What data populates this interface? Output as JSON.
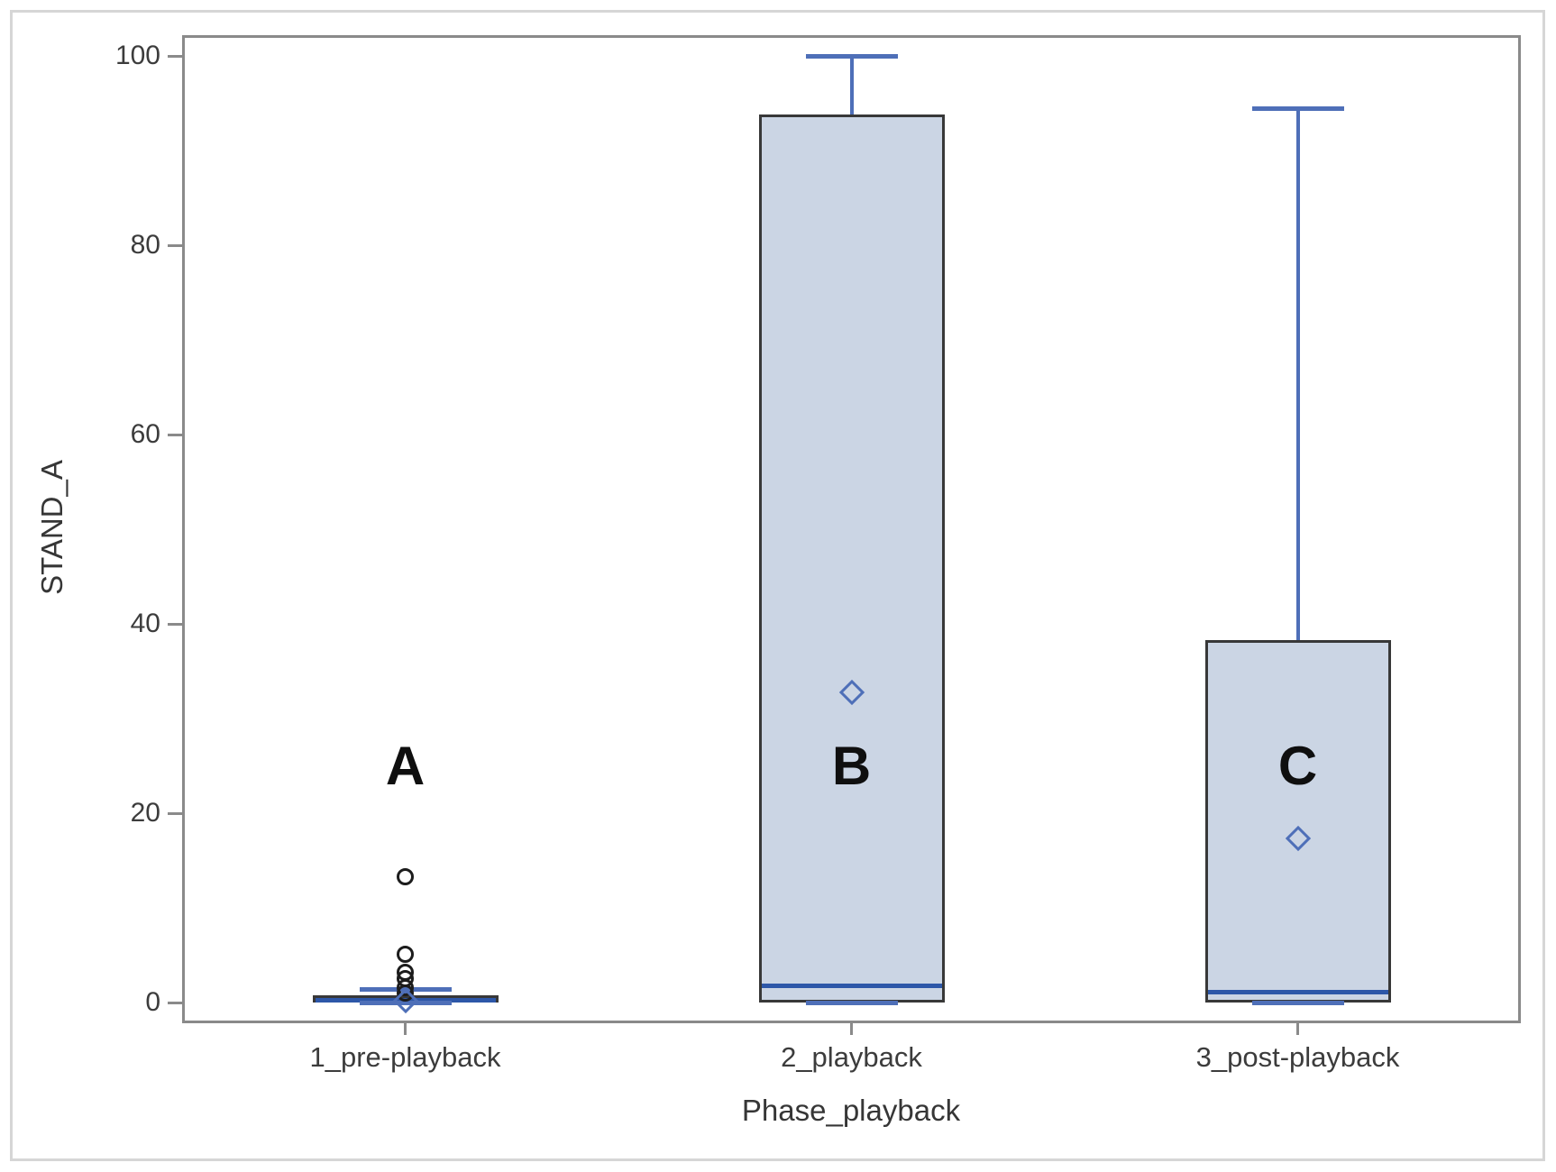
{
  "chart_data": {
    "type": "boxplot",
    "title": "",
    "xlabel": "Phase_playback",
    "ylabel": "STAND_A",
    "ylim": [
      0,
      100
    ],
    "y_ticks": [
      0,
      20,
      40,
      60,
      80,
      100
    ],
    "categories": [
      "1_pre-playback",
      "2_playback",
      "3_post-playback"
    ],
    "legend": "none",
    "grid": "off",
    "series": [
      {
        "category": "1_pre-playback",
        "letter": "A",
        "letter_y_value": 25,
        "q1": 0,
        "median": 0.2,
        "q3": 0.8,
        "whisker_low": 0,
        "whisker_high": 1.4,
        "mean": 0.2,
        "outliers": [
          13.3,
          5.1,
          3.2,
          2.5,
          1.6,
          1.0
        ]
      },
      {
        "category": "2_playback",
        "letter": "B",
        "letter_y_value": 25,
        "q1": 0,
        "median": 1.8,
        "q3": 93.8,
        "whisker_low": 0,
        "whisker_high": 100,
        "mean": 32.8,
        "outliers": []
      },
      {
        "category": "3_post-playback",
        "letter": "C",
        "letter_y_value": 25,
        "q1": 0,
        "median": 1.1,
        "q3": 38.3,
        "whisker_low": 0,
        "whisker_high": 94.5,
        "mean": 17.3,
        "outliers": []
      }
    ],
    "colors": {
      "box_fill": "#cbd5e4",
      "box_border": "#383838",
      "whisker": "#4e6fb8",
      "median": "#2d57a8",
      "mean_marker": "#4e6fb8",
      "outlier": "#1c1c1c",
      "wall_border": "#8a8a8a",
      "figure_border": "#d6d6d6"
    }
  }
}
